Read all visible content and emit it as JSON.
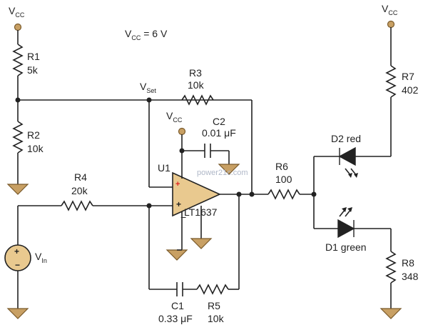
{
  "supply_note": {
    "main": "V",
    "sub": "CC",
    "rest": " = 6 V"
  },
  "vcc_labels": {
    "main": "V",
    "sub": "CC"
  },
  "vset": {
    "main": "V",
    "sub": "Set"
  },
  "vin": {
    "main": "V",
    "sub": "In"
  },
  "opamp": {
    "ref": "U1",
    "part": "LT1637",
    "plus": "+",
    "minus": "−"
  },
  "r1": {
    "ref": "R1",
    "value": "5k"
  },
  "r2": {
    "ref": "R2",
    "value": "10k"
  },
  "r3": {
    "ref": "R3",
    "value": "10k"
  },
  "r4": {
    "ref": "R4",
    "value": "20k"
  },
  "r5": {
    "ref": "R5",
    "value": "10k"
  },
  "r6": {
    "ref": "R6",
    "value": "100"
  },
  "r7": {
    "ref": "R7",
    "value": "402"
  },
  "r8": {
    "ref": "R8",
    "value": "348"
  },
  "c1": {
    "ref": "C1",
    "value": "0.33 μF"
  },
  "c2": {
    "ref": "C2",
    "value": "0.01 μF"
  },
  "d1": {
    "label": "D1 green"
  },
  "d2": {
    "label": "D2 red"
  },
  "source_signs": {
    "plus": "+",
    "minus": "−"
  },
  "watermark": {
    "text": "power21c.com"
  }
}
